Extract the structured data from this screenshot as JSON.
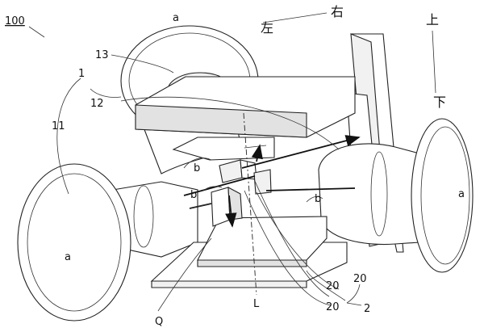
{
  "figure": {
    "reference_number": "100",
    "labels": {
      "wheel_top": "a",
      "wheel_left": "a",
      "wheel_right": "a",
      "direction_left": "左",
      "direction_right": "右",
      "direction_up": "上",
      "direction_down": "下",
      "part_13": "13",
      "part_1": "1",
      "part_12": "12",
      "part_11": "11",
      "b_upper": "b",
      "b_left": "b",
      "b_right": "b",
      "label_Q": "Q",
      "label_L": "L",
      "part_20_a": "20",
      "part_20_b": "20",
      "part_20_c": "20",
      "part_2": "2"
    }
  }
}
